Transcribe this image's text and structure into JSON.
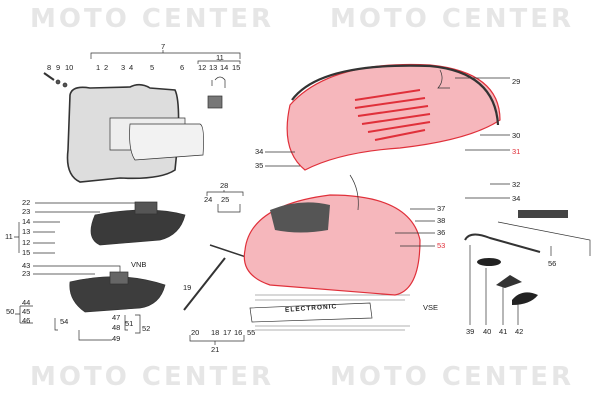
{
  "watermark": {
    "line1": "MOTO",
    "line2": "CENTER"
  },
  "colors": {
    "highlight": "#e0303a",
    "line": "#333333",
    "watermark": "#e6e6e6"
  },
  "callouts": {
    "c7": "7",
    "c11a": "11",
    "c8": "8",
    "c9": "9",
    "c10": "10",
    "c1": "1",
    "c2": "2",
    "c3": "3",
    "c4": "4",
    "c5": "5",
    "c6": "6",
    "c12a": "12",
    "c13a": "13",
    "c14a": "14",
    "c15a": "15",
    "c28": "28",
    "c24": "24",
    "c25": "25",
    "c22": "22",
    "c23a": "23",
    "c14b": "14",
    "c11b": "11",
    "c13b": "13",
    "c12b": "12",
    "c15b": "15",
    "c43": "43",
    "c23b": "23",
    "c44": "44",
    "c50": "50",
    "c45": "45",
    "c46": "46",
    "c54": "54",
    "c47": "47",
    "c51": "51",
    "c48": "48",
    "c52": "52",
    "c49": "49",
    "c19": "19",
    "c20": "20",
    "c18": "18",
    "c17": "17",
    "c16": "16",
    "c21": "21",
    "c55": "55",
    "c29": "29",
    "c30": "30",
    "c31": "31",
    "c34a": "34",
    "c35": "35",
    "c32": "32",
    "c34b": "34",
    "c37": "37",
    "c38": "38",
    "c36": "36",
    "c53": "53",
    "c56": "56",
    "c39": "39",
    "c40": "40",
    "c41": "41",
    "c42": "42"
  },
  "model_tags": {
    "vnb": "VNB",
    "vse": "VSE"
  },
  "badge_text": "ELECTRONIC"
}
